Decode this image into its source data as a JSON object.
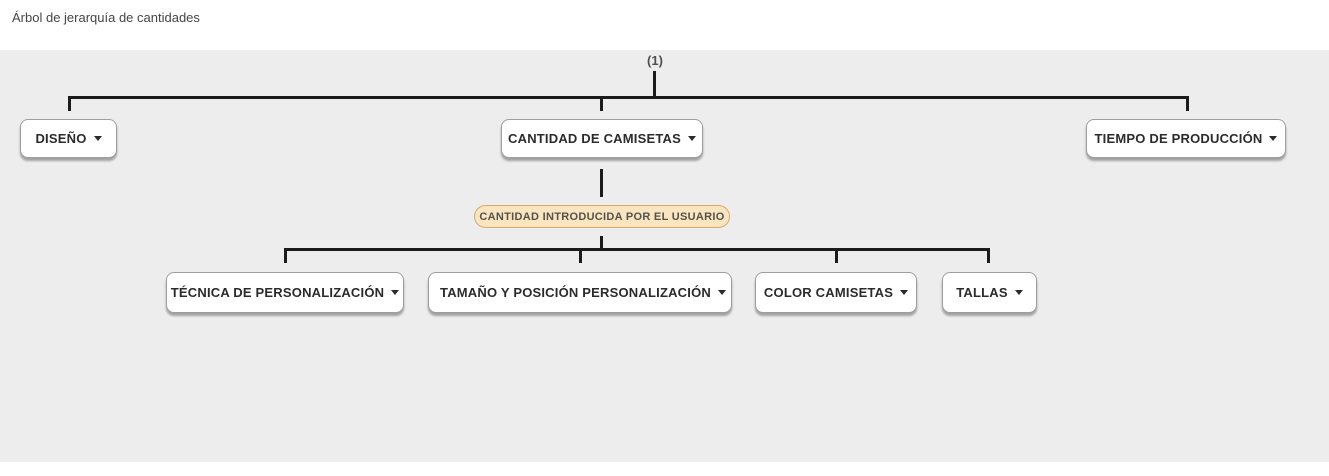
{
  "page": {
    "title": "Árbol de jerarquía de cantidades"
  },
  "tree": {
    "root_label": "(1)",
    "level1": [
      {
        "label": "DISEÑO"
      },
      {
        "label": "CANTIDAD DE CAMISETAS"
      },
      {
        "label": "TIEMPO DE PRODUCCIÓN"
      }
    ],
    "badge": {
      "label": "CANTIDAD INTRODUCIDA POR EL USUARIO"
    },
    "level2": [
      {
        "label": "TÉCNICA DE PERSONALIZACIÓN",
        "has_dot": false
      },
      {
        "label": "TAMAÑO Y POSICIÓN PERSONALIZACIÓN",
        "has_dot": true
      },
      {
        "label": "COLOR CAMISETAS",
        "has_dot": false
      },
      {
        "label": "TALLAS",
        "has_dot": false
      }
    ]
  },
  "colors": {
    "canvas-bg": "#EDEDED",
    "line": "#1B1B1B",
    "node-text": "#2B2B2B",
    "accent-orange": "#F5A623",
    "badge-bg": "#FAE5C1",
    "badge-border": "#D9A96A",
    "badge-text": "#55524A"
  }
}
